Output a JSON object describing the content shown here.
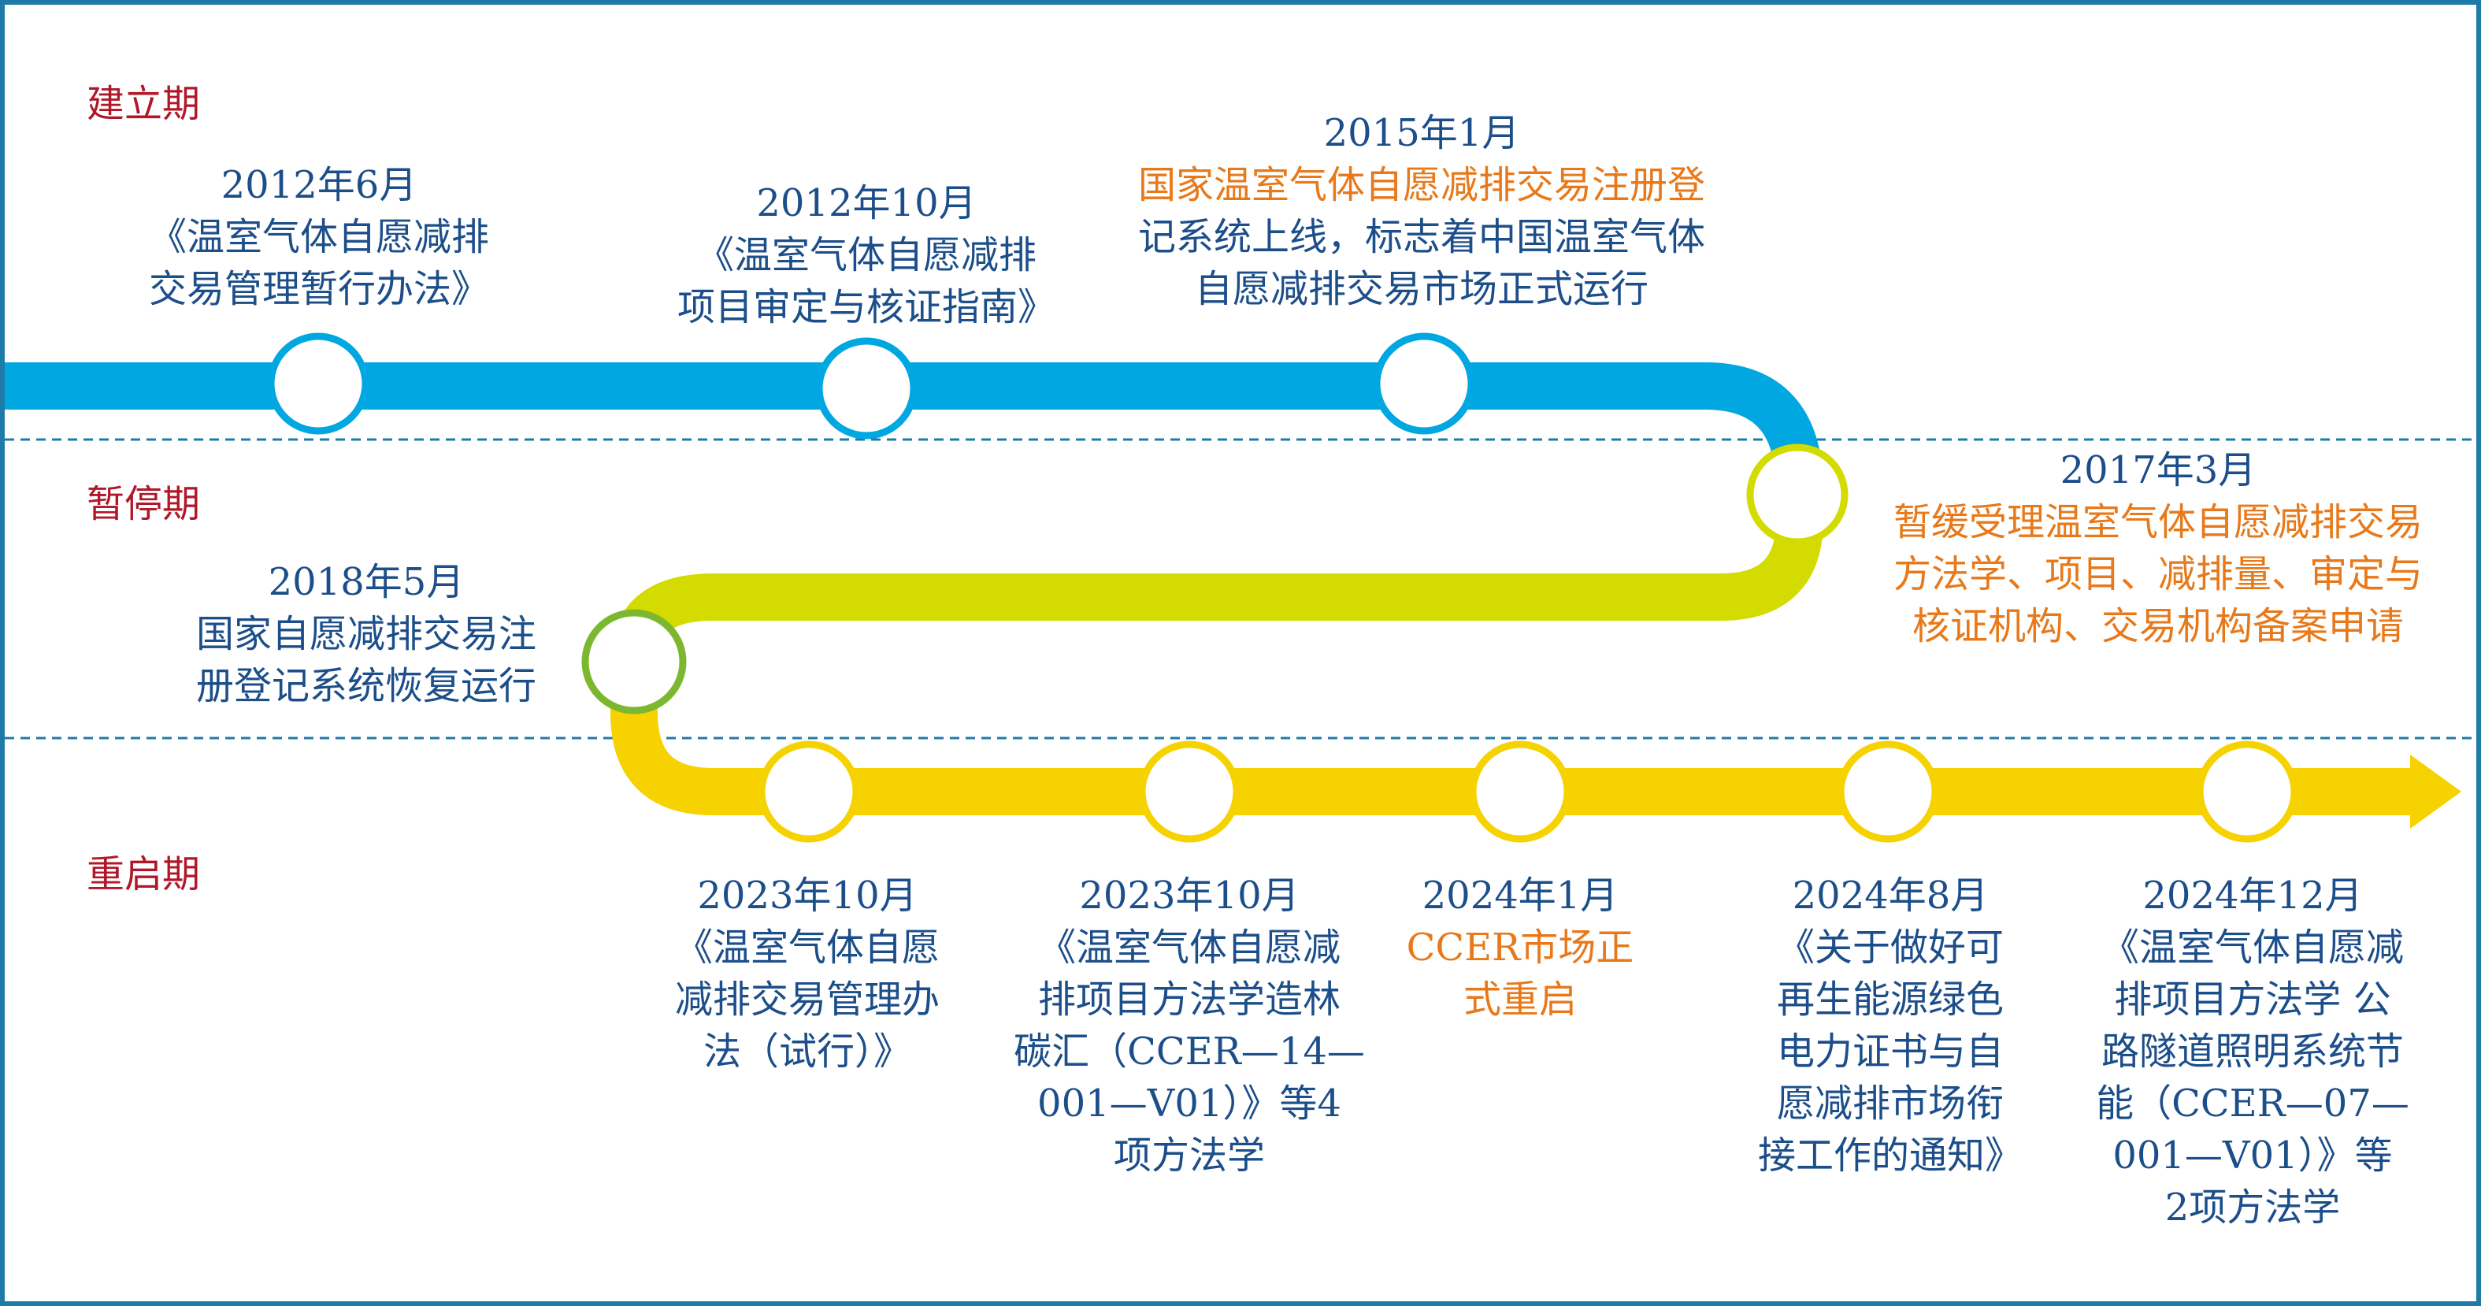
{
  "phases": {
    "establish": "建立期",
    "pause": "暂停期",
    "restart": "重启期"
  },
  "colors": {
    "border": "#1e7ba8",
    "establish_track": "#00a7e1",
    "pause_track": "#d4db00",
    "restart_track": "#f5d200",
    "phase_text": "#b0182a",
    "label_text": "#1c4e8a",
    "highlight_text": "#e8791a"
  },
  "events": [
    {
      "date": "2012年6月",
      "lines": [
        "《温室气体自愿减排",
        "交易管理暂行办法》"
      ]
    },
    {
      "date": "2012年10月",
      "lines": [
        "《温室气体自愿减排",
        "项目审定与核证指南》"
      ]
    },
    {
      "date": "2015年1月",
      "lines": [
        "国家温室气体自愿减排交易注册登",
        "记系统上线，标志着中国温室气体",
        "自愿减排交易市场正式运行"
      ]
    },
    {
      "date": "2017年3月",
      "lines": [
        "暂缓受理温室气体自愿减排交易",
        "方法学、项目、减排量、审定与",
        "核证机构、交易机构备案申请"
      ]
    },
    {
      "date": "2018年5月",
      "lines": [
        "国家自愿减排交易注",
        "册登记系统恢复运行"
      ]
    },
    {
      "date": "2023年10月",
      "lines": [
        "《温室气体自愿",
        "减排交易管理办",
        "法（试行）》"
      ]
    },
    {
      "date": "2023年10月",
      "lines": [
        "《温室气体自愿减",
        "排项目方法学造林",
        "碳汇（CCER—14—",
        "001—V01）》等4",
        "项方法学"
      ]
    },
    {
      "date": "2024年1月",
      "lines": [
        "CCER市场正",
        "式重启"
      ]
    },
    {
      "date": "2024年8月",
      "lines": [
        "《关于做好可",
        "再生能源绿色",
        "电力证书与自",
        "愿减排市场衔",
        "接工作的通知》"
      ]
    },
    {
      "date": "2024年12月",
      "lines": [
        "《温室气体自愿减",
        "排项目方法学 公",
        "路隧道照明系统节",
        "能（CCER—07—",
        "001—V01）》等",
        "2项方法学"
      ]
    }
  ]
}
